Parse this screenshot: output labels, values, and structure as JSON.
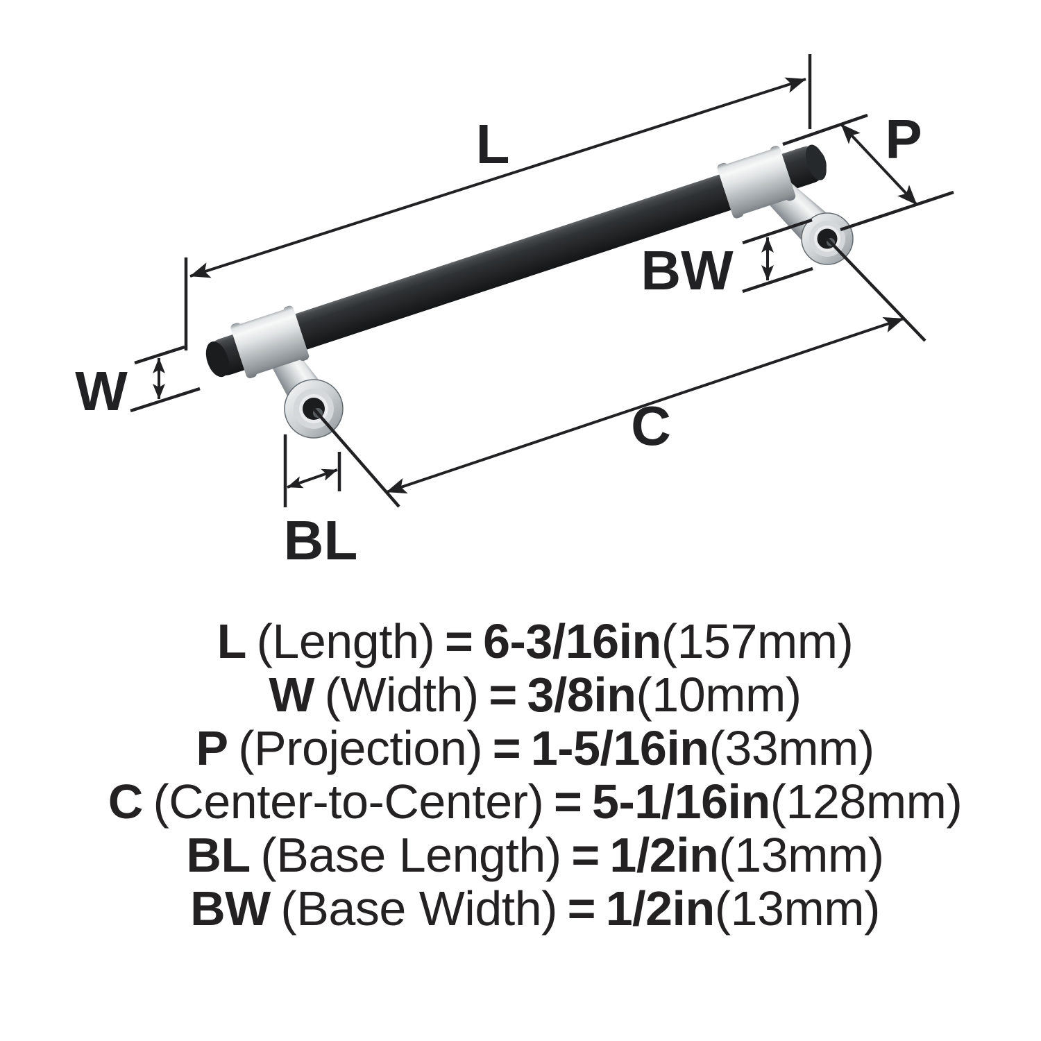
{
  "diagram": {
    "labels": {
      "length": "L",
      "width": "W",
      "projection": "P",
      "center_to_center": "C",
      "base_length": "BL",
      "base_width": "BW"
    },
    "colors": {
      "line": "#212022",
      "text": "#232122",
      "bar_black": "#242628",
      "nickel": "#d9dcdd",
      "background": "#ffffff"
    }
  },
  "specs": [
    {
      "abbr": "L",
      "name": "(Length)",
      "eq": "=",
      "value": "6-3/16in",
      "metric": "(157mm)"
    },
    {
      "abbr": "W",
      "name": "(Width)",
      "eq": "=",
      "value": "3/8in",
      "metric": "(10mm)"
    },
    {
      "abbr": "P",
      "name": "(Projection)",
      "eq": "=",
      "value": "1-5/16in",
      "metric": "(33mm)"
    },
    {
      "abbr": "C",
      "name": "(Center-to-Center)",
      "eq": "=",
      "value": "5-1/16in",
      "metric": "(128mm)"
    },
    {
      "abbr": "BL",
      "name": "(Base Length)",
      "eq": "=",
      "value": "1/2in",
      "metric": "(13mm)"
    },
    {
      "abbr": "BW",
      "name": "(Base Width)",
      "eq": "=",
      "value": "1/2in",
      "metric": "(13mm)"
    }
  ]
}
